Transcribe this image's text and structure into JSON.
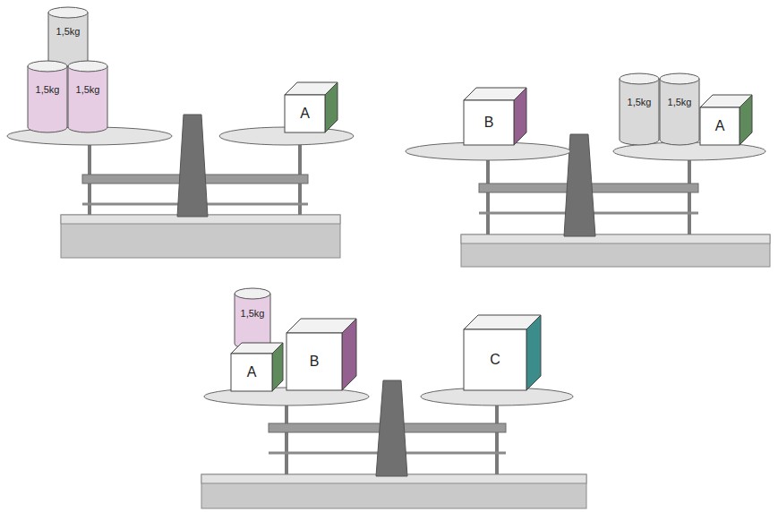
{
  "diagram": {
    "nodes": [
      {
        "text": [
          "1,5kg"
        ]
      },
      {
        "text": [
          "1,5kg"
        ]
      },
      {
        "text": [
          "1,5kg"
        ]
      },
      {
        "text": [
          "A"
        ]
      },
      {
        "text": [
          "B"
        ]
      },
      {
        "text": [
          "1,5kg"
        ]
      },
      {
        "text": [
          "1,5kg"
        ]
      },
      {
        "text": [
          "A"
        ]
      },
      {
        "text": [
          "1,5kg"
        ]
      },
      {
        "text": [
          "A"
        ]
      },
      {
        "text": [
          "B"
        ]
      },
      {
        "text": [
          "C"
        ]
      }
    ],
    "edges": []
  }
}
